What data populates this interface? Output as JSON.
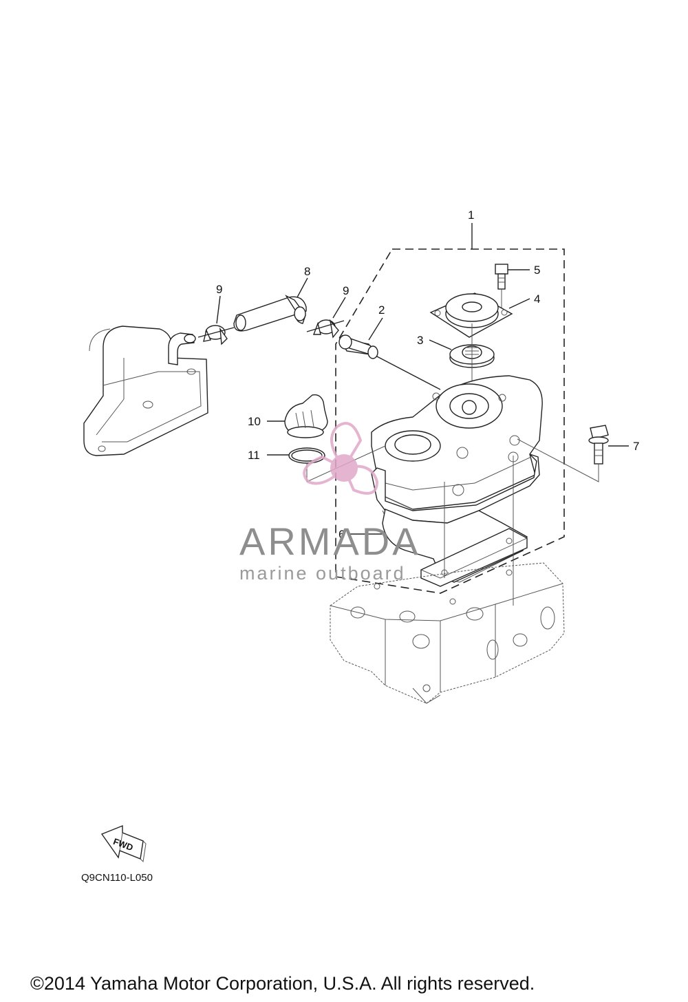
{
  "callouts": [
    {
      "id": "1",
      "label": "1"
    },
    {
      "id": "2",
      "label": "2"
    },
    {
      "id": "3",
      "label": "3"
    },
    {
      "id": "4",
      "label": "4"
    },
    {
      "id": "5",
      "label": "5"
    },
    {
      "id": "6",
      "label": "6"
    },
    {
      "id": "7",
      "label": "7"
    },
    {
      "id": "8",
      "label": "8"
    },
    {
      "id": "9a",
      "label": "9"
    },
    {
      "id": "9b",
      "label": "9"
    },
    {
      "id": "10",
      "label": "10"
    },
    {
      "id": "11",
      "label": "11"
    }
  ],
  "diagram_code": "Q9CN110-L050",
  "fwd_label": "FWD",
  "watermark": {
    "brand": "ARMADA",
    "tagline": "marine outboard",
    "color": "#e0a8c8"
  },
  "copyright": "©2014 Yamaha Motor Corporation, U.S.A. All rights reserved."
}
